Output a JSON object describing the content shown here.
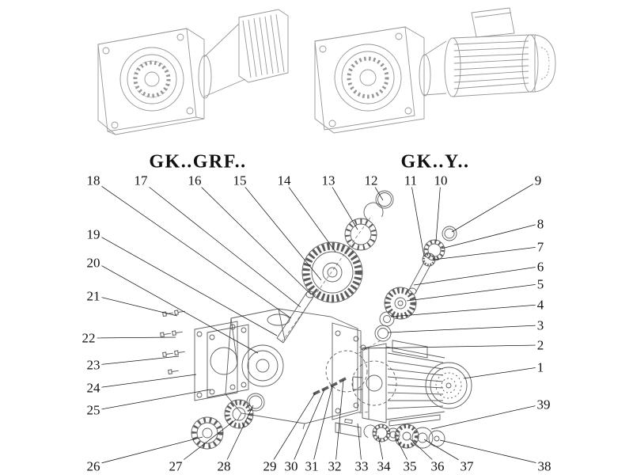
{
  "titles": {
    "left": "GK..GRF..",
    "right": "GK..Y.."
  },
  "colors": {
    "ghost_drawing_stroke": "#979797",
    "part_stroke": "#5c5c5c",
    "leader_line": "#1a1a1a",
    "background": "#ffffff"
  },
  "callouts": {
    "c1": "1",
    "c2": "2",
    "c3": "3",
    "c4": "4",
    "c5": "5",
    "c6": "6",
    "c7": "7",
    "c8": "8",
    "c9": "9",
    "c10": "10",
    "c11": "11",
    "c12": "12",
    "c13": "13",
    "c14": "14",
    "c15": "15",
    "c16": "16",
    "c17": "17",
    "c18": "18",
    "c19": "19",
    "c20": "20",
    "c21": "21",
    "c22": "22",
    "c23": "23",
    "c24": "24",
    "c25": "25",
    "c26": "26",
    "c27": "27",
    "c28": "28",
    "c29": "29",
    "c30": "30",
    "c31": "31",
    "c32": "32",
    "c33": "33",
    "c34": "34",
    "c35": "35",
    "c36": "36",
    "c37": "37",
    "c38": "38",
    "c39": "39"
  }
}
